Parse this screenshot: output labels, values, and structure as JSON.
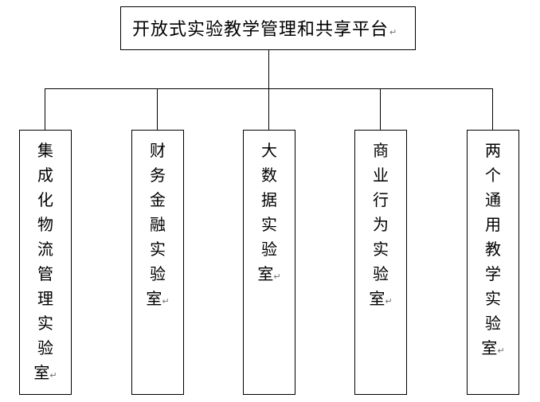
{
  "root": {
    "title": "开放式实验教学管理和共享平台"
  },
  "paragraph_mark": "↵",
  "labs": [
    {
      "chars": [
        "集",
        "成",
        "化",
        "物",
        "流",
        "管",
        "理",
        "实",
        "验",
        "室"
      ]
    },
    {
      "chars": [
        "财",
        "务",
        "金",
        "融",
        "实",
        "验",
        "室"
      ]
    },
    {
      "chars": [
        "大",
        "数",
        "据",
        "实",
        "验",
        "室"
      ]
    },
    {
      "chars": [
        "商",
        "业",
        "行",
        "为",
        "实",
        "验",
        "室"
      ]
    },
    {
      "chars": [
        "两",
        "个",
        "通",
        "用",
        "教",
        "学",
        "实",
        "验",
        "室"
      ]
    }
  ]
}
